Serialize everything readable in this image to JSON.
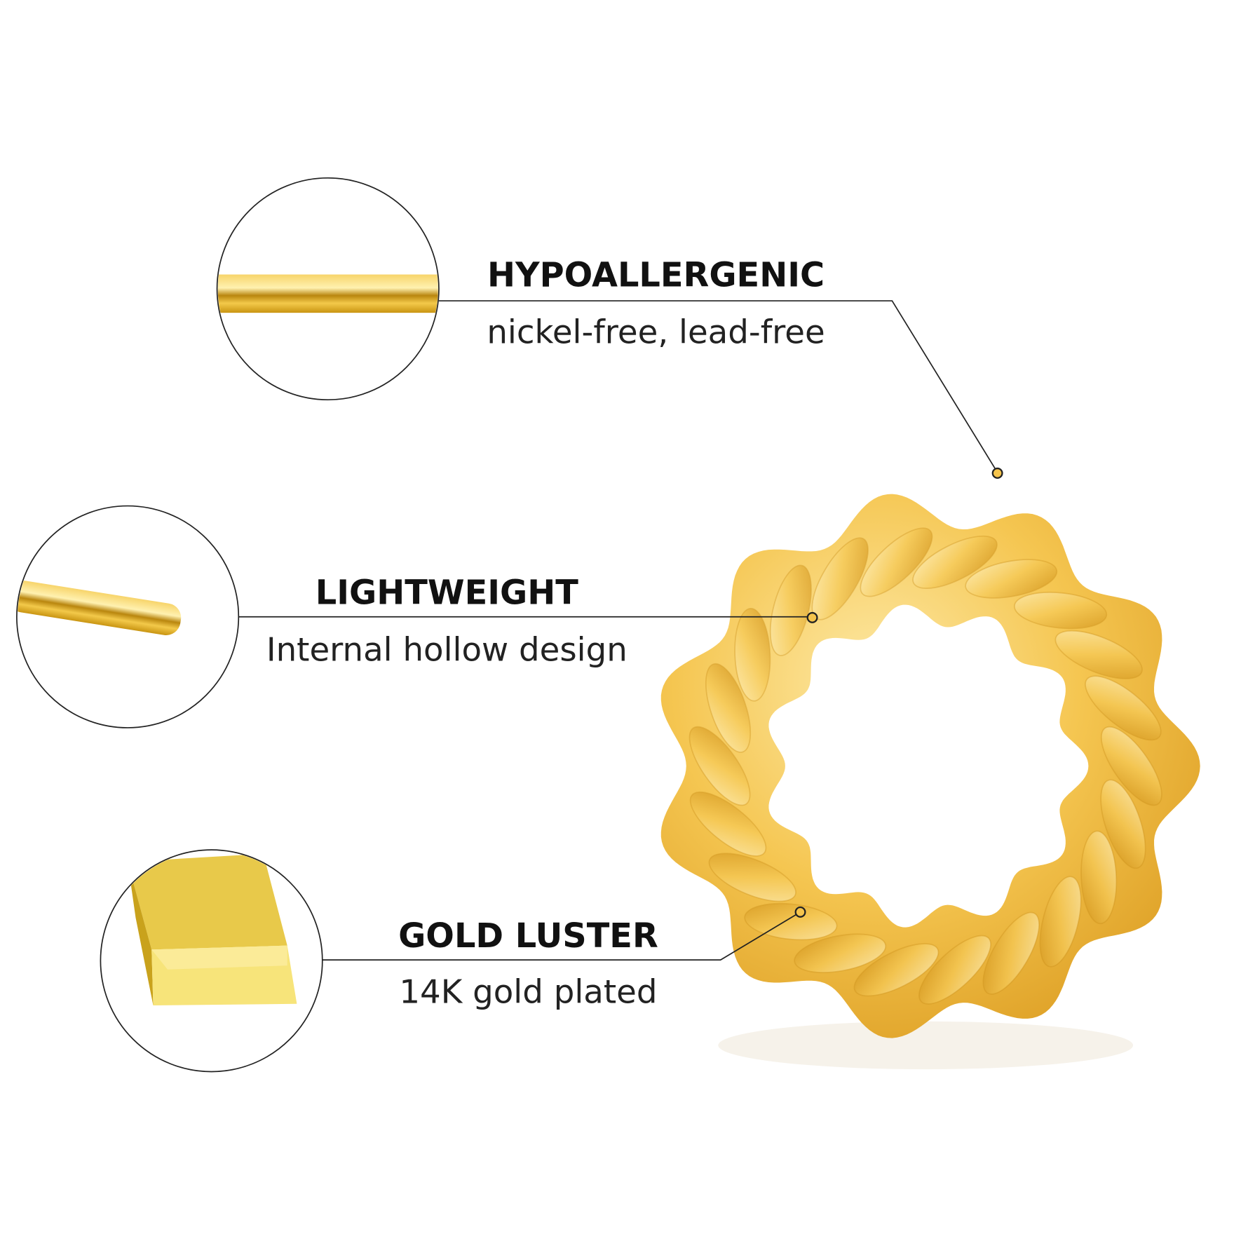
{
  "features": [
    {
      "title": "HYPOALLERGENIC",
      "subtitle": "nickel-free, lead-free",
      "icon": "gold-wire-icon"
    },
    {
      "title": "LIGHTWEIGHT",
      "subtitle": "Internal hollow design",
      "icon": "hollow-wire-icon"
    },
    {
      "title": "GOLD LUSTER",
      "subtitle": "14K gold plated",
      "icon": "gold-bar-icon"
    }
  ],
  "colors": {
    "gold_light": "#fbe08a",
    "gold_mid": "#f3be3e",
    "gold_dark": "#d99a1e",
    "line": "#222222"
  }
}
